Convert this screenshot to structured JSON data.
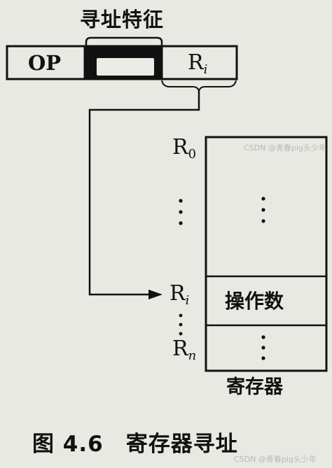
{
  "instruction": {
    "addressing_feature_label": "寻址特征",
    "op_label": "OP",
    "register_field": {
      "base": "R",
      "sub": "i"
    }
  },
  "register_file": {
    "r0": {
      "base": "R",
      "sub": "0"
    },
    "ri": {
      "base": "R",
      "sub": "i"
    },
    "rn": {
      "base": "R",
      "sub": "n"
    },
    "ellipsis": "⋮",
    "operand_label": "操作数",
    "caption": "寄存器"
  },
  "figure_caption": "图 4.6　寄存器寻址",
  "watermark": "CSDN @青春pig头少年"
}
